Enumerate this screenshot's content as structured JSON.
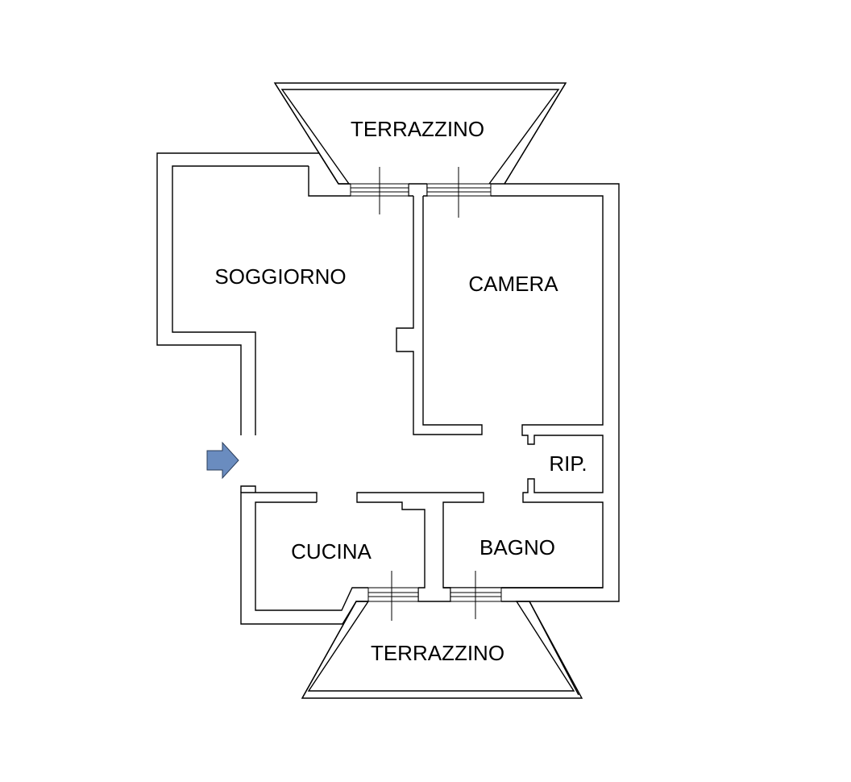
{
  "rooms": {
    "terrazzino_top": "TERRAZZINO",
    "soggiorno": "SOGGIORNO",
    "camera": "CAMERA",
    "ripostiglio": "RIP.",
    "cucina": "CUCINA",
    "bagno": "BAGNO",
    "terrazzino_bottom": "TERRAZZINO"
  },
  "colors": {
    "entrance_arrow": "#6a8cbf",
    "walls": "#000000",
    "background": "#ffffff"
  },
  "icons": {
    "entrance": "entrance-arrow-icon"
  }
}
